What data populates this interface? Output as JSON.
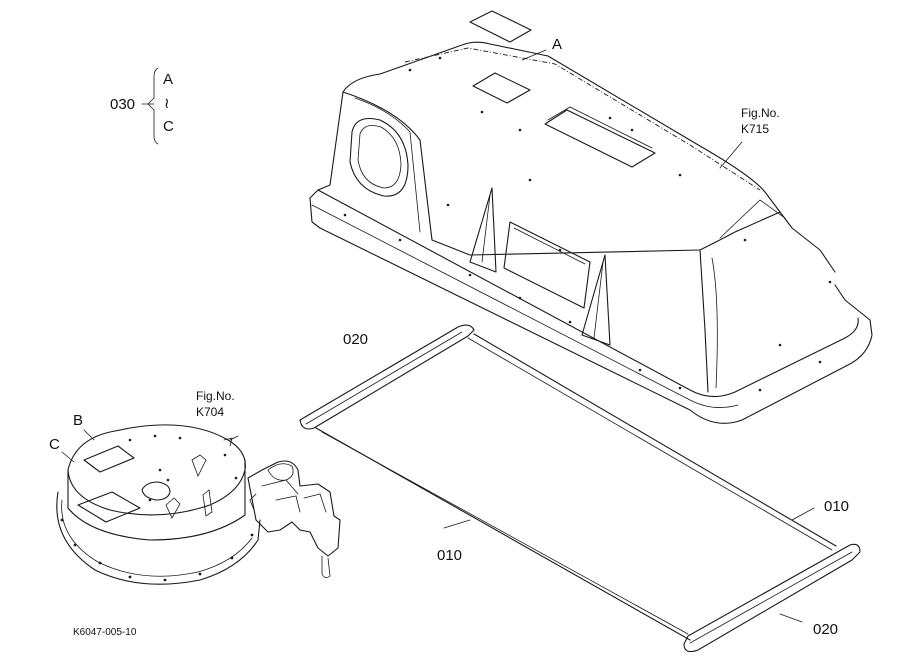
{
  "labels": {
    "ref_030": "030",
    "range_start": "A",
    "range_tilde": "≀",
    "range_end": "C",
    "point_a": "A",
    "point_b": "B",
    "point_c": "C",
    "fig_k715_prefix": "Fig.No.",
    "fig_k715_num": "K715",
    "fig_k704_prefix": "Fig.No.",
    "fig_k704_num": "K704",
    "ref_020_top": "020",
    "ref_010_right": "010",
    "ref_010_center": "010",
    "ref_020_bottom": "020",
    "drawing_code": "K6047-005-10"
  },
  "colors": {
    "line": "#1a1a1a",
    "background": "#ffffff"
  }
}
